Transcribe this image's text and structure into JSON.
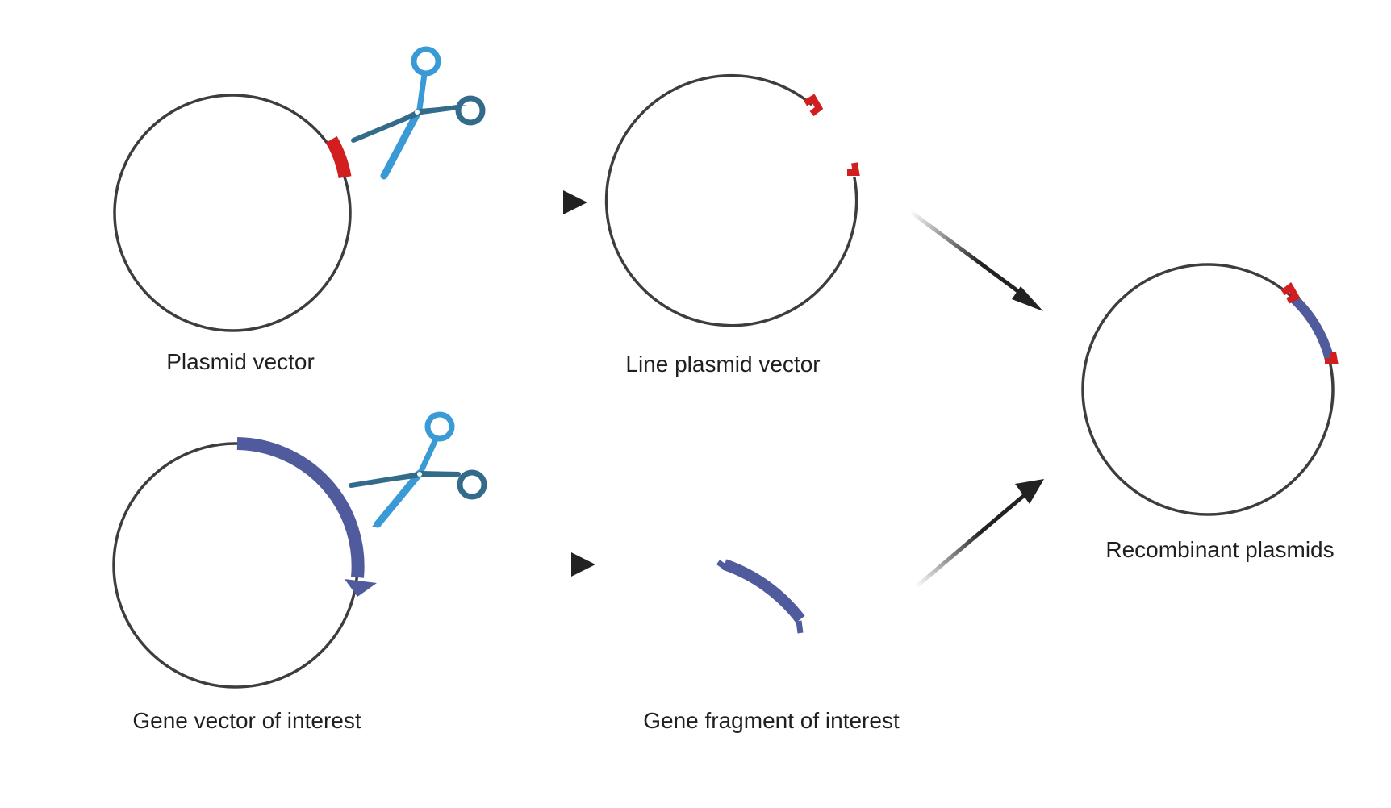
{
  "labels": {
    "plasmid_vector": "Plasmid vector",
    "line_plasmid_vector": "Line plasmid vector",
    "recombinant_plasmids": "Recombinant plasmids",
    "gene_vector": "Gene vector of interest",
    "gene_fragment": "Gene fragment of interest"
  },
  "colors": {
    "plasmid_outline": "#3d3d3d",
    "restriction_site": "#d21e1e",
    "gene_insert": "#4f5b9c",
    "scissors_dark": "#336b8a",
    "scissors_light": "#3a9ad6",
    "arrow": "#222222"
  },
  "icons": [
    "scissors-icon",
    "scissors-icon",
    "arrow-right-icon",
    "arrow-right-icon",
    "arrow-down-right-icon",
    "arrow-up-right-icon"
  ]
}
